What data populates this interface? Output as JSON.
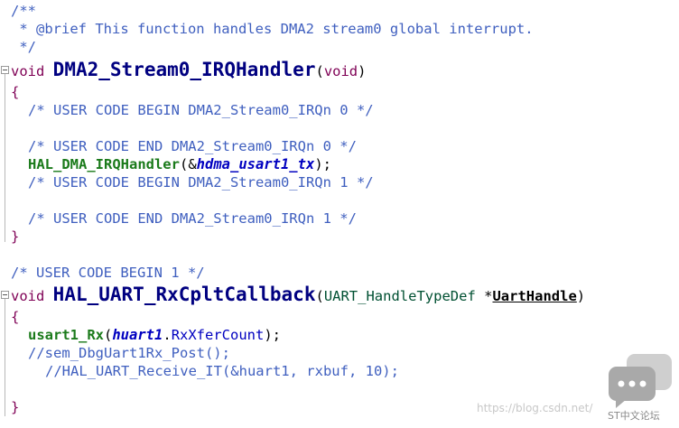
{
  "code": {
    "l1": "/**",
    "l2": " * @brief This function handles DMA2 stream0 global interrupt.",
    "l3": " */",
    "f1": {
      "kw": "void",
      "name": "DMA2_Stream0_IRQHandler",
      "open": "(",
      "arg": "void",
      "close": ")"
    },
    "brace_open": "{",
    "c1": "/* USER CODE BEGIN DMA2_Stream0_IRQn 0 */",
    "c2": "/* USER CODE END DMA2_Stream0_IRQn 0 */",
    "call1": {
      "fn": "HAL_DMA_IRQHandler",
      "open": "(&",
      "arg": "hdma_usart1_tx",
      "close": ");"
    },
    "c3": "/* USER CODE BEGIN DMA2_Stream0_IRQn 1 */",
    "c4": "/* USER CODE END DMA2_Stream0_IRQn 1 */",
    "brace_close": "}",
    "c5": "/* USER CODE BEGIN 1 */",
    "f2": {
      "kw": "void",
      "name": "HAL_UART_RxCpltCallback",
      "open": "(",
      "type": "UART_HandleTypeDef",
      "star": " *",
      "param": "UartHandle",
      "close": ")"
    },
    "call2": {
      "fn": "usart1_Rx",
      "open": "(",
      "arg": "huart1",
      "dot": ".",
      "field": "RxXferCount",
      "close": ");"
    },
    "c6": "//sem_DbgUart1Rx_Post();",
    "c7": "//HAL_UART_Receive_IT(&huart1, rxbuf, 10);"
  },
  "watermark": {
    "url": "https://blog.csdn.net/",
    "brand": "ST中文论坛",
    "icon": "chat-bubbles-icon"
  },
  "colors": {
    "comment": "#3f5fbf",
    "keyword": "#7f0055",
    "function_def": "#000080",
    "function_call": "#1a7a1a",
    "global_var": "#0000c0"
  }
}
